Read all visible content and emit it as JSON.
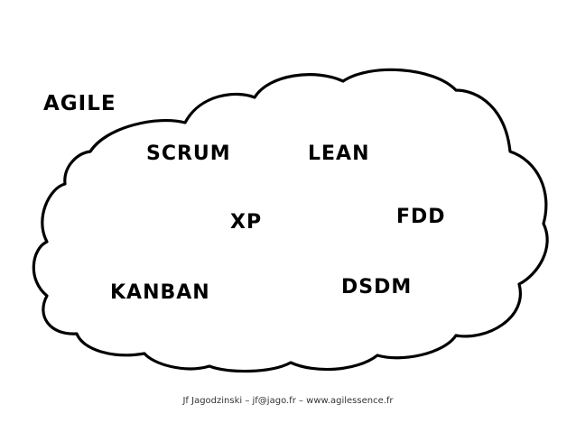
{
  "diagram": {
    "title": "AGILE",
    "methods": [
      "SCRUM",
      "LEAN",
      "XP",
      "FDD",
      "KANBAN",
      "DSDM"
    ],
    "footer": "Jf Jagodzinski – jf@jago.fr – www.agilessence.fr"
  },
  "colors": {
    "background": "#ffffff",
    "outline": "#000000",
    "text": "#000000"
  }
}
